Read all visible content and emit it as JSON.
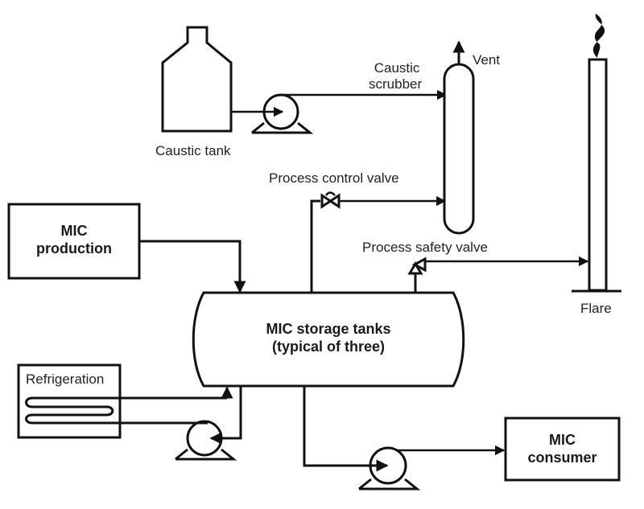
{
  "diagram": {
    "type": "process-flow",
    "labels": {
      "caustic_tank": "Caustic tank",
      "caustic_scrubber_line1": "Caustic",
      "caustic_scrubber_line2": "scrubber",
      "vent": "Vent",
      "flare": "Flare",
      "process_control_valve": "Process control valve",
      "process_safety_valve": "Process safety valve",
      "mic_production_line1": "MIC",
      "mic_production_line2": "production",
      "storage_line1": "MIC storage tanks",
      "storage_line2": "(typical of three)",
      "refrigeration": "Refrigeration",
      "mic_consumer_line1": "MIC",
      "mic_consumer_line2": "consumer"
    },
    "colors": {
      "line": "#111111",
      "text": "#222222",
      "background": "#ffffff"
    }
  }
}
